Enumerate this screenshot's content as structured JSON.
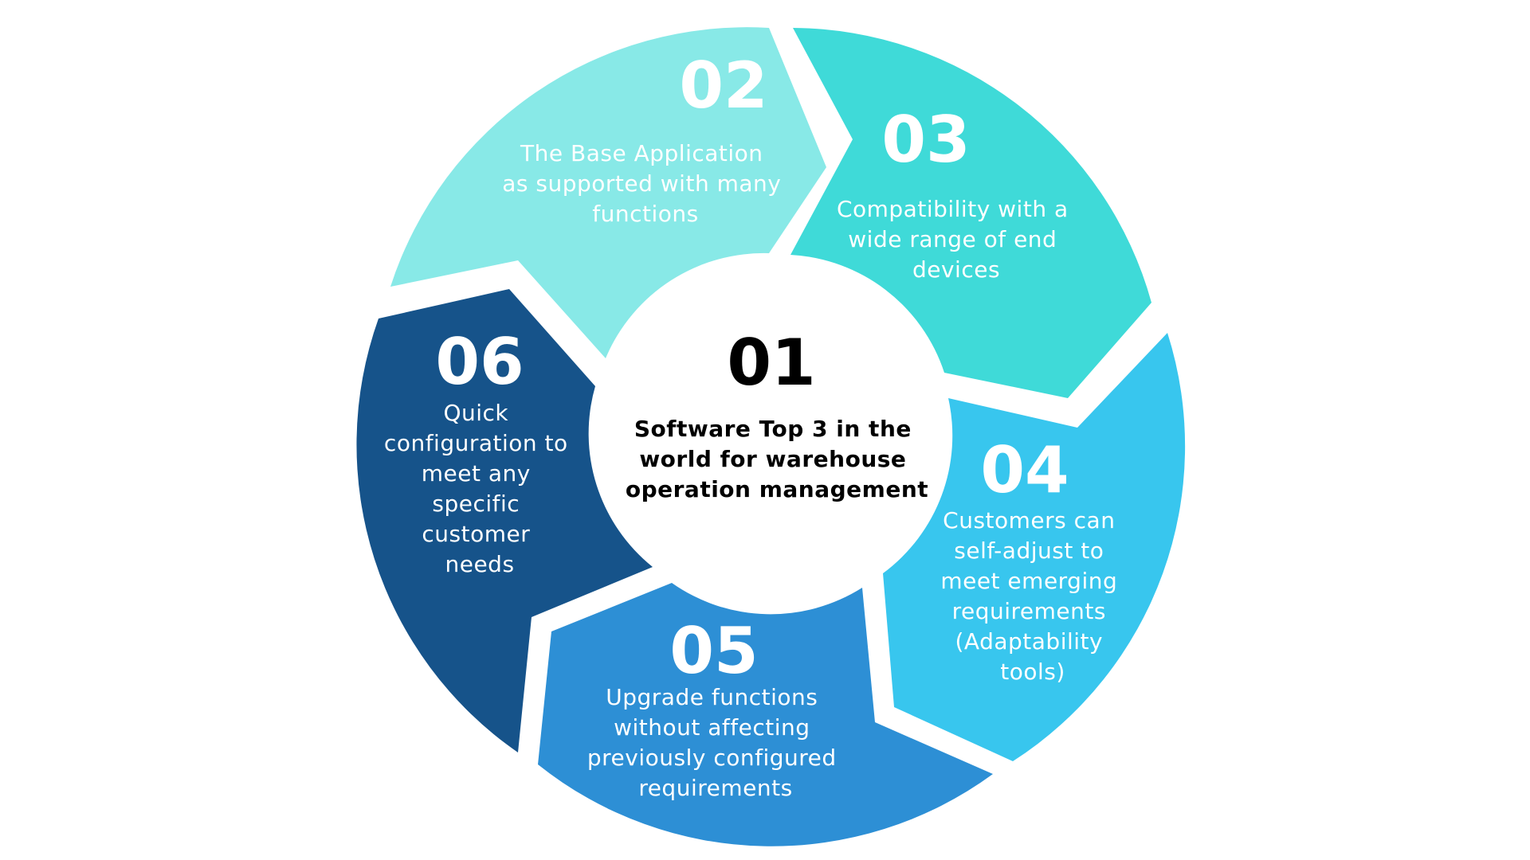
{
  "colors": {
    "background": "#ffffff",
    "center_fill": "#ffffff",
    "center_text": "#000000",
    "segment_text": "#ffffff"
  },
  "center": {
    "number": "01",
    "lines": [
      "Software Top 3 in the",
      "world for warehouse",
      "operation management"
    ]
  },
  "segments": [
    {
      "number": "02",
      "color": "#88e9e7",
      "lines": [
        "The Base Application",
        "as supported with many",
        "functions"
      ]
    },
    {
      "number": "03",
      "color": "#3fdad8",
      "lines": [
        "Compatibility with a",
        "wide range of end",
        "devices"
      ]
    },
    {
      "number": "04",
      "color": "#38c6ee",
      "lines": [
        "Customers can",
        "self-adjust to",
        "meet emerging",
        "requirements",
        "(Adaptability",
        "tools)"
      ]
    },
    {
      "number": "05",
      "color": "#2d8fd5",
      "lines": [
        "Upgrade functions",
        "without affecting",
        "previously configured",
        "requirements"
      ]
    },
    {
      "number": "06",
      "color": "#16538a",
      "lines": [
        "Quick",
        "configuration to",
        "meet any",
        "specific",
        "customer",
        "needs"
      ]
    }
  ]
}
